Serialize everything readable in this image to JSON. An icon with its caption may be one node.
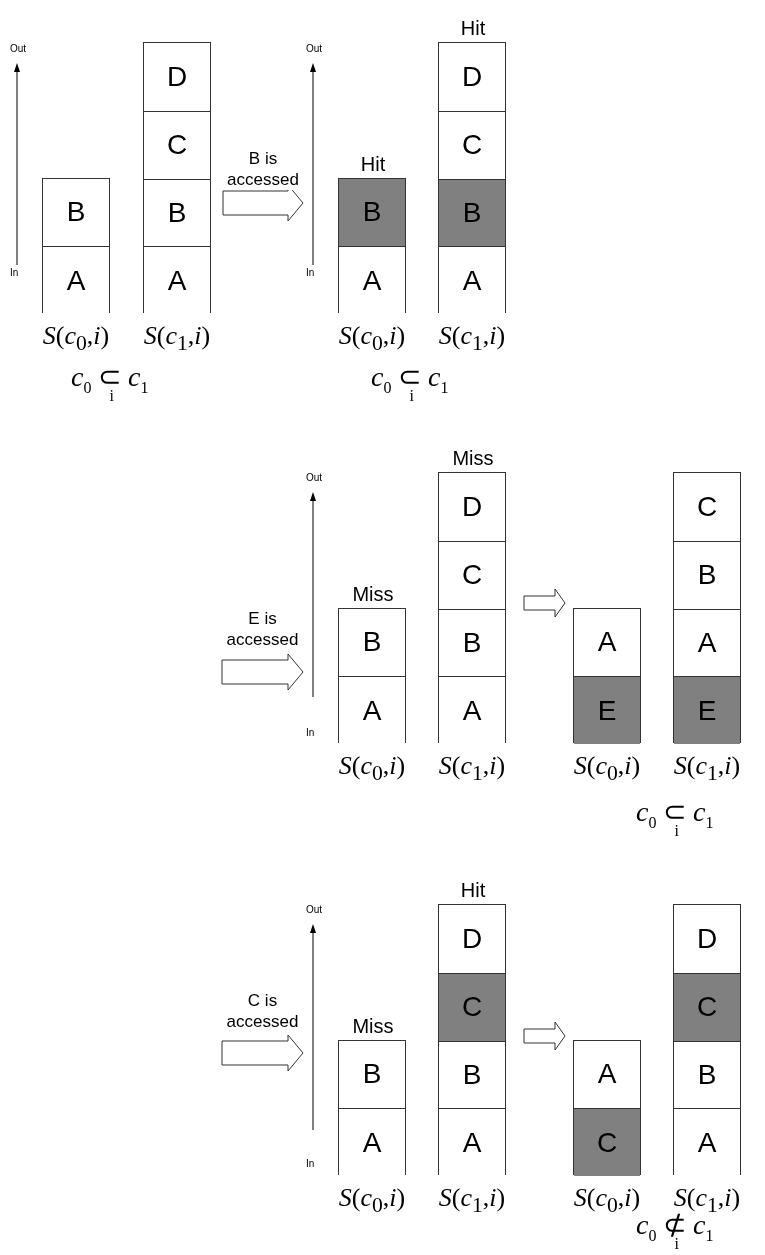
{
  "diagram": {
    "nodes": [
      {
        "text": [],
        "shape": "box",
        "beside": [
          "*S*(*c*$_{0}$,*i*)"
        ]
      },
      {
        "text": [
          "B"
        ],
        "in": 0
      },
      {
        "text": [
          "A"
        ],
        "in": 0
      },
      {
        "text": [],
        "shape": "box",
        "beside": [
          "*S*(*c*$_{1}$,*i*)"
        ]
      },
      {
        "text": [
          "D"
        ],
        "in": 3
      },
      {
        "text": [
          "C"
        ],
        "in": 3
      },
      {
        "text": [
          "B"
        ],
        "in": 3
      },
      {
        "text": [
          "A"
        ],
        "in": 3
      },
      {
        "text": [
          "Hit"
        ],
        "beside": [
          "*S*(*c*$_{0}$,*i*)"
        ]
      },
      {
        "text": [
          "B"
        ],
        "in": 8
      },
      {
        "text": [
          "A"
        ],
        "in": 8
      },
      {
        "text": [
          "Hit"
        ],
        "beside": [
          "*S*(*c*$_{1}$,*i*)"
        ]
      },
      {
        "text": [
          "D"
        ],
        "in": 11
      },
      {
        "text": [
          "C"
        ],
        "in": 11
      },
      {
        "text": [
          "B"
        ],
        "in": 11
      },
      {
        "text": [
          "A"
        ],
        "in": 11
      },
      {
        "text": [
          "Miss"
        ],
        "beside": [
          "*S*(*c*$_{0}$,*i*)"
        ]
      },
      {
        "text": [
          "B"
        ],
        "in": 16
      },
      {
        "text": [
          "A"
        ],
        "in": 16
      },
      {
        "text": [
          "Miss"
        ],
        "beside": [
          "*S*(*c*$_{1}$,*i*)"
        ]
      },
      {
        "text": [
          "D"
        ],
        "in": 19
      },
      {
        "text": [
          "C"
        ],
        "in": 19
      },
      {
        "text": [
          "B"
        ],
        "in": 19
      },
      {
        "text": [
          "A"
        ],
        "in": 19
      },
      {
        "text": [],
        "shape": "box",
        "beside": [
          "*S*(*c*$_{0}$,*i*)"
        ]
      },
      {
        "text": [
          "A"
        ],
        "in": 24
      },
      {
        "text": [
          "E"
        ],
        "in": 24
      },
      {
        "text": [],
        "shape": "box",
        "beside": [
          "*S*(*c*$_{1}$,*i*)"
        ]
      },
      {
        "text": [
          "C"
        ],
        "in": 27
      },
      {
        "text": [
          "B"
        ],
        "in": 27
      },
      {
        "text": [
          "A"
        ],
        "in": 27
      },
      {
        "text": [
          "E"
        ],
        "in": 27
      },
      {
        "text": [
          "Miss"
        ],
        "beside": [
          "*S*(*c*$_{0}$,*i*)"
        ]
      },
      {
        "text": [
          "B"
        ],
        "in": 32
      },
      {
        "text": [
          "A"
        ],
        "in": 32
      },
      {
        "text": [
          "Hit"
        ],
        "beside": [
          "*S*(*c*$_{1}$,*i*)"
        ]
      },
      {
        "text": [
          "D"
        ],
        "in": 35
      },
      {
        "text": [
          "C"
        ],
        "in": 35
      },
      {
        "text": [
          "B"
        ],
        "in": 35
      },
      {
        "text": [
          "A"
        ],
        "in": 35
      },
      {
        "text": [],
        "shape": "box",
        "beside": [
          "*S*(*c*$_{0}$,*i*)"
        ]
      },
      {
        "text": [
          "A"
        ],
        "in": 40
      },
      {
        "text": [
          "C"
        ],
        "in": 40
      },
      {
        "text": [],
        "shape": "box",
        "beside": [
          "*S*(*c*$_{1}$,*i*)"
        ]
      },
      {
        "text": [
          "D"
        ],
        "in": 43
      },
      {
        "text": [
          "C"
        ],
        "in": 43
      },
      {
        "text": [
          "B"
        ],
        "in": 43
      },
      {
        "text": [
          "A"
        ],
        "in": 43
      }
    ],
    "edges": [
      {
        "from": 3,
        "to": 8,
        "arrow": "to",
        "label": "B is accessed"
      },
      {
        "from": null,
        "to": 16,
        "arrow": "to",
        "label": "E is accessed"
      },
      {
        "from": 19,
        "to": 24,
        "arrow": "to"
      },
      {
        "from": null,
        "to": 32,
        "arrow": "to",
        "label": "C is accessed"
      },
      {
        "from": 35,
        "to": 40,
        "arrow": "to"
      }
    ],
    "labels": [
      "Out",
      "In",
      "Out",
      "In",
      "*c*$_{0}$ ⊂$_{i}$ *c*$_{1}$",
      "*c*$_{0}$ ⊂$_{i}$ *c*$_{1}$",
      "Out",
      "In",
      "*c*$_{0}$ ⊂$_{i}$ *c*$_{1}$",
      "Out",
      "In",
      "*c*$_{0}$ ⊄$_{i}$ *c*$_{1}$"
    ]
  }
}
